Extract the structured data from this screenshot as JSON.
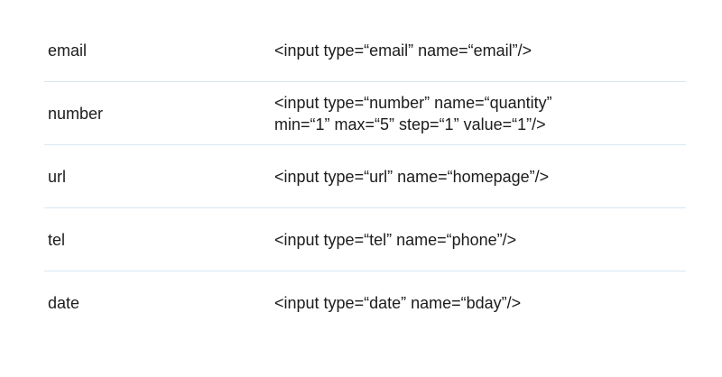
{
  "rows": [
    {
      "type": "email",
      "code": "<input type=“email” name=“email”/>"
    },
    {
      "type": "number",
      "code": "<input type=“number” name=“quantity”\nmin=“1” max=“5” step=“1” value=“1”/>"
    },
    {
      "type": "url",
      "code": "<input type=“url” name=“homepage”/>"
    },
    {
      "type": "tel",
      "code": "<input type=“tel” name=“phone”/>"
    },
    {
      "type": "date",
      "code": "<input type=“date” name=“bday”/>"
    }
  ],
  "colors": {
    "text": "#1c1c1c",
    "divider": "#d6e8f3",
    "background": "#ffffff"
  }
}
